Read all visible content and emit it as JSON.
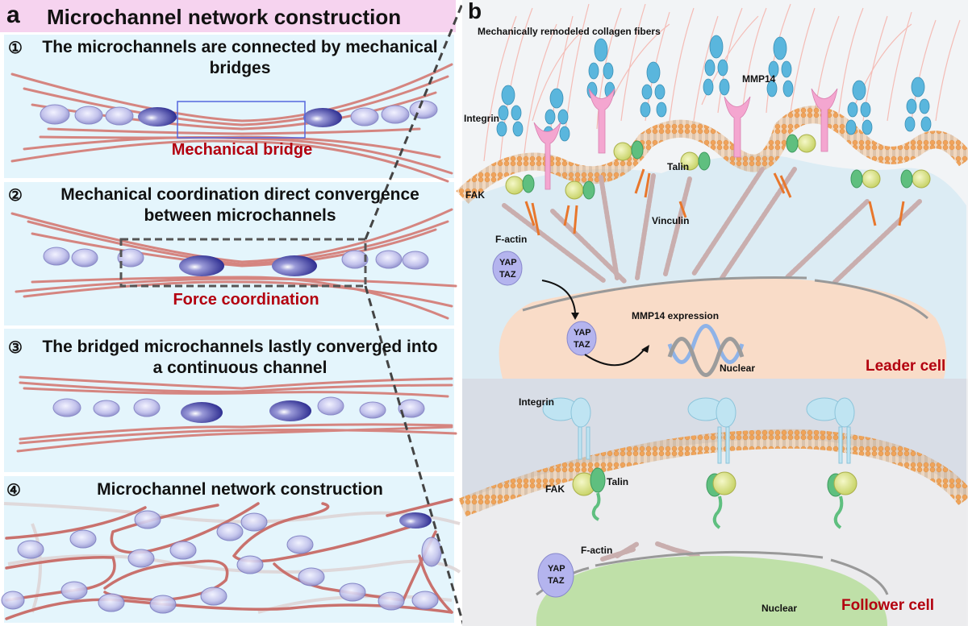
{
  "panel_a": {
    "label": "a",
    "title": "Microchannel network construction",
    "steps": [
      {
        "number": "①",
        "title_line1": "The microchannels are connected by mechanical",
        "title_line2": "bridges",
        "annotation": "Mechanical bridge"
      },
      {
        "number": "②",
        "title_line1": "Mechanical coordination direct convergence",
        "title_line2": "between microchannels",
        "annotation": "Force coordination"
      },
      {
        "number": "③",
        "title_line1": "The bridged microchannels lastly converged into",
        "title_line2": "a continuous channel",
        "annotation": ""
      },
      {
        "number": "④",
        "title_line1": "Microchannel network construction",
        "title_line2": "",
        "annotation": ""
      }
    ]
  },
  "panel_b": {
    "label": "b",
    "leader": {
      "collagen_label": "Mechanically remodeled collagen fibers",
      "integrin": "Integrin",
      "mmp14": "MMP14",
      "talin": "Talin",
      "fak": "FAK",
      "vinculin": "Vinculin",
      "factin": "F-actin",
      "yap": "YAP",
      "taz": "TAZ",
      "expression": "MMP14 expression",
      "nuclear": "Nuclear",
      "cell_label": "Leader cell"
    },
    "follower": {
      "integrin": "Integrin",
      "talin": "Talin",
      "fak": "FAK",
      "factin": "F-actin",
      "yap": "YAP",
      "taz": "TAZ",
      "nuclear": "Nuclear",
      "cell_label": "Follower cell"
    }
  },
  "colors": {
    "title_bg": "#f6d3ef",
    "panel_bg": "#e4f5fc",
    "fiber": "#d98a86",
    "cell_light": "#b9b9e6",
    "cell_dark": "#2b2b8f",
    "accent_red": "#b3000f",
    "integrin_blue": "#59b6dc",
    "mmp14_pink": "#f4a6d0",
    "talin_green": "#5fbf7f",
    "fak_yellow": "#dde58a",
    "lipid_orange": "#f0a45b",
    "leader_bg": "#dcecf4",
    "follower_bg": "#d7dde6",
    "nucleus_leader": "#f9dcc8",
    "nucleus_follower": "#bfe0a8",
    "yap_purple": "#b4b4ee"
  }
}
